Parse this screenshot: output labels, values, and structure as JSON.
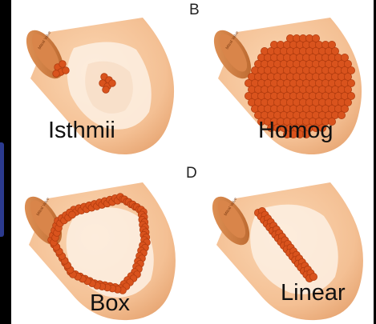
{
  "panels": [
    {
      "letter": "",
      "caption": "Isthmii",
      "pattern": "isthmus"
    },
    {
      "letter": "B",
      "caption": "Homog",
      "pattern": "homogeneous"
    },
    {
      "letter": "",
      "caption": "Box",
      "pattern": "box"
    },
    {
      "letter": "D",
      "caption": "Linear",
      "pattern": "linear"
    }
  ],
  "valve_label": "Mitral Valve",
  "colors": {
    "tissue": "#f6c69d",
    "tissue_shade": "#e8a87a",
    "valve": "#cf7c3f",
    "scar": "#fbe9da",
    "lesion": "#d9531d",
    "lesion_dark": "#b23c0f",
    "background": "#000000",
    "panel": "#ffffff",
    "blue_mark": "#2b3a8f"
  }
}
